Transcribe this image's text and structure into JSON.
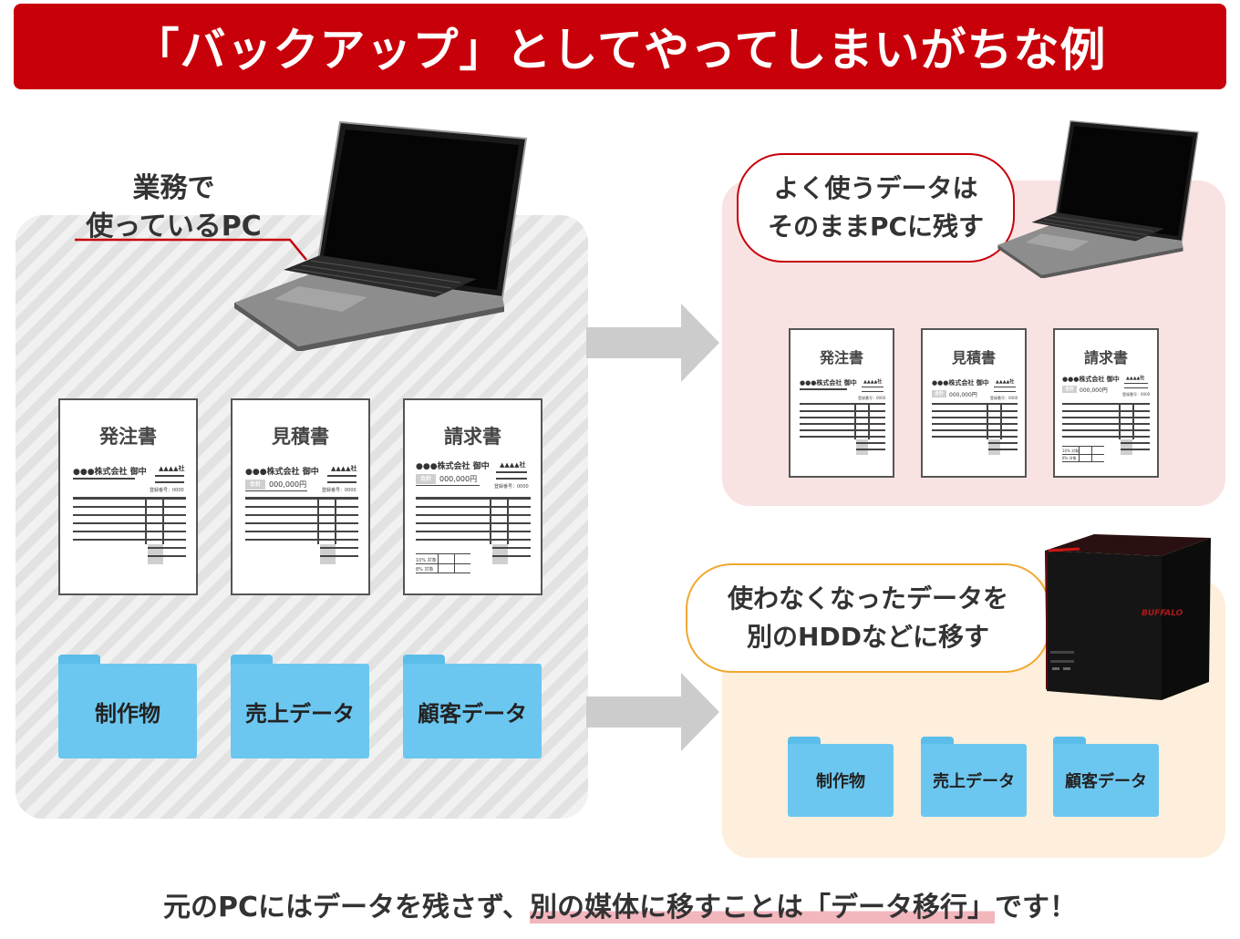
{
  "title": "「バックアップ」としてやってしまいがちな例",
  "left": {
    "caption_line1": "業務で",
    "caption_line2": "使っているPC",
    "documents": [
      {
        "title": "発注書",
        "company": "●●●株式会社 御中",
        "seller": "▲▲▲▲社",
        "regno": "登録番号：0000"
      },
      {
        "title": "見積書",
        "company": "●●●株式会社 御中",
        "seller": "▲▲▲▲社",
        "amount_label": "合計",
        "amount": "000,000円",
        "regno": "登録番号：0000"
      },
      {
        "title": "請求書",
        "company": "●●●株式会社 御中",
        "seller": "▲▲▲▲社",
        "amount_label": "合計",
        "amount": "000,000円",
        "regno": "登録番号：0000",
        "tax1": "10% 対象",
        "tax2": "8% 対象"
      }
    ],
    "folders": [
      "制作物",
      "売上データ",
      "顧客データ"
    ]
  },
  "right_top": {
    "bubble_line1": "よく使うデータは",
    "bubble_line2": "そのままPCに残す",
    "documents": [
      {
        "title": "発注書",
        "company": "●●●株式会社 御中",
        "seller": "▲▲▲▲社",
        "regno": "登録番号：0000"
      },
      {
        "title": "見積書",
        "company": "●●●株式会社 御中",
        "seller": "▲▲▲▲社",
        "amount_label": "合計",
        "amount": "000,000円",
        "regno": "登録番号：0000"
      },
      {
        "title": "請求書",
        "company": "●●●株式会社 御中",
        "seller": "▲▲▲▲社",
        "amount_label": "合計",
        "amount": "000,000円",
        "regno": "登録番号：0000",
        "tax1": "10% 対象",
        "tax2": "8% 対象"
      }
    ]
  },
  "right_bottom": {
    "bubble_line1": "使わなくなったデータを",
    "bubble_line2": "別のHDDなどに移す",
    "hdd_brand": "BUFFALO",
    "folders": [
      "制作物",
      "売上データ",
      "顧客データ"
    ]
  },
  "footer": {
    "part1": "元のPCにはデータを残さず、",
    "highlight": "別の媒体に移すことは「データ移行」",
    "part2": "です！"
  },
  "colors": {
    "banner": "#c8000a",
    "folder": "#6cc7f0",
    "pink_panel": "#f8e2e2",
    "peach_panel": "#fdefdc",
    "pink_bubble_border": "#c8000a",
    "peach_bubble_border": "#f0a830",
    "footer_highlight": "#f2b6bd",
    "arrow": "#cccccc"
  }
}
